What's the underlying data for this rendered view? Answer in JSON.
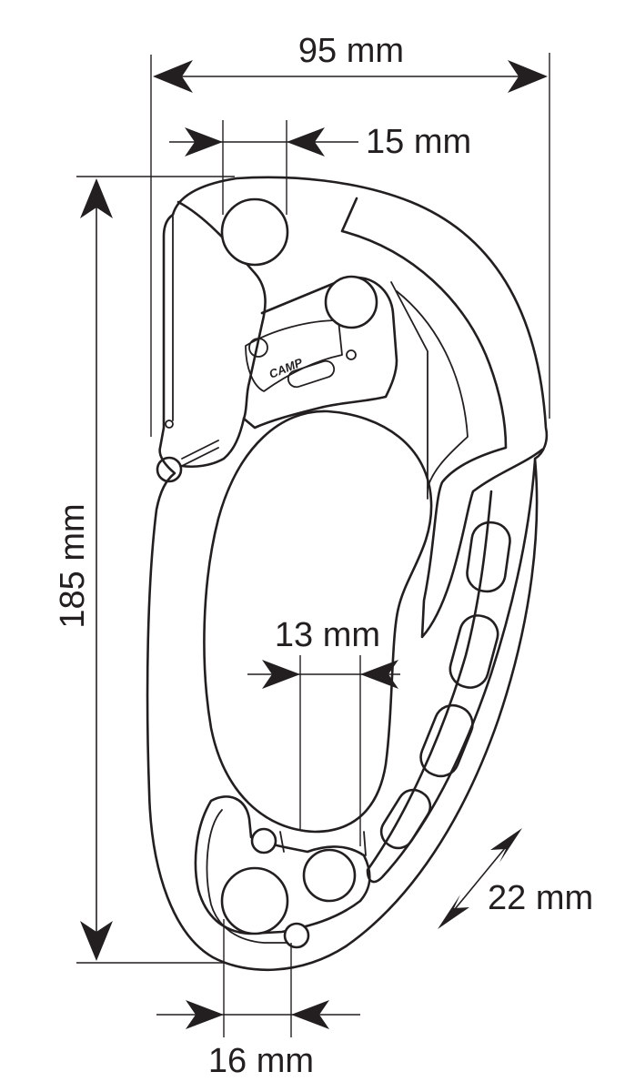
{
  "diagram": {
    "brand_text": "CAMP",
    "dimensions": {
      "width_total": "95 mm",
      "top_hole": "15 mm",
      "height_total": "185 mm",
      "inner_slot": "13 mm",
      "diagonal": "22 mm",
      "bottom_hole": "16 mm"
    }
  },
  "colors": {
    "line": "#231f20",
    "background": "#ffffff"
  }
}
